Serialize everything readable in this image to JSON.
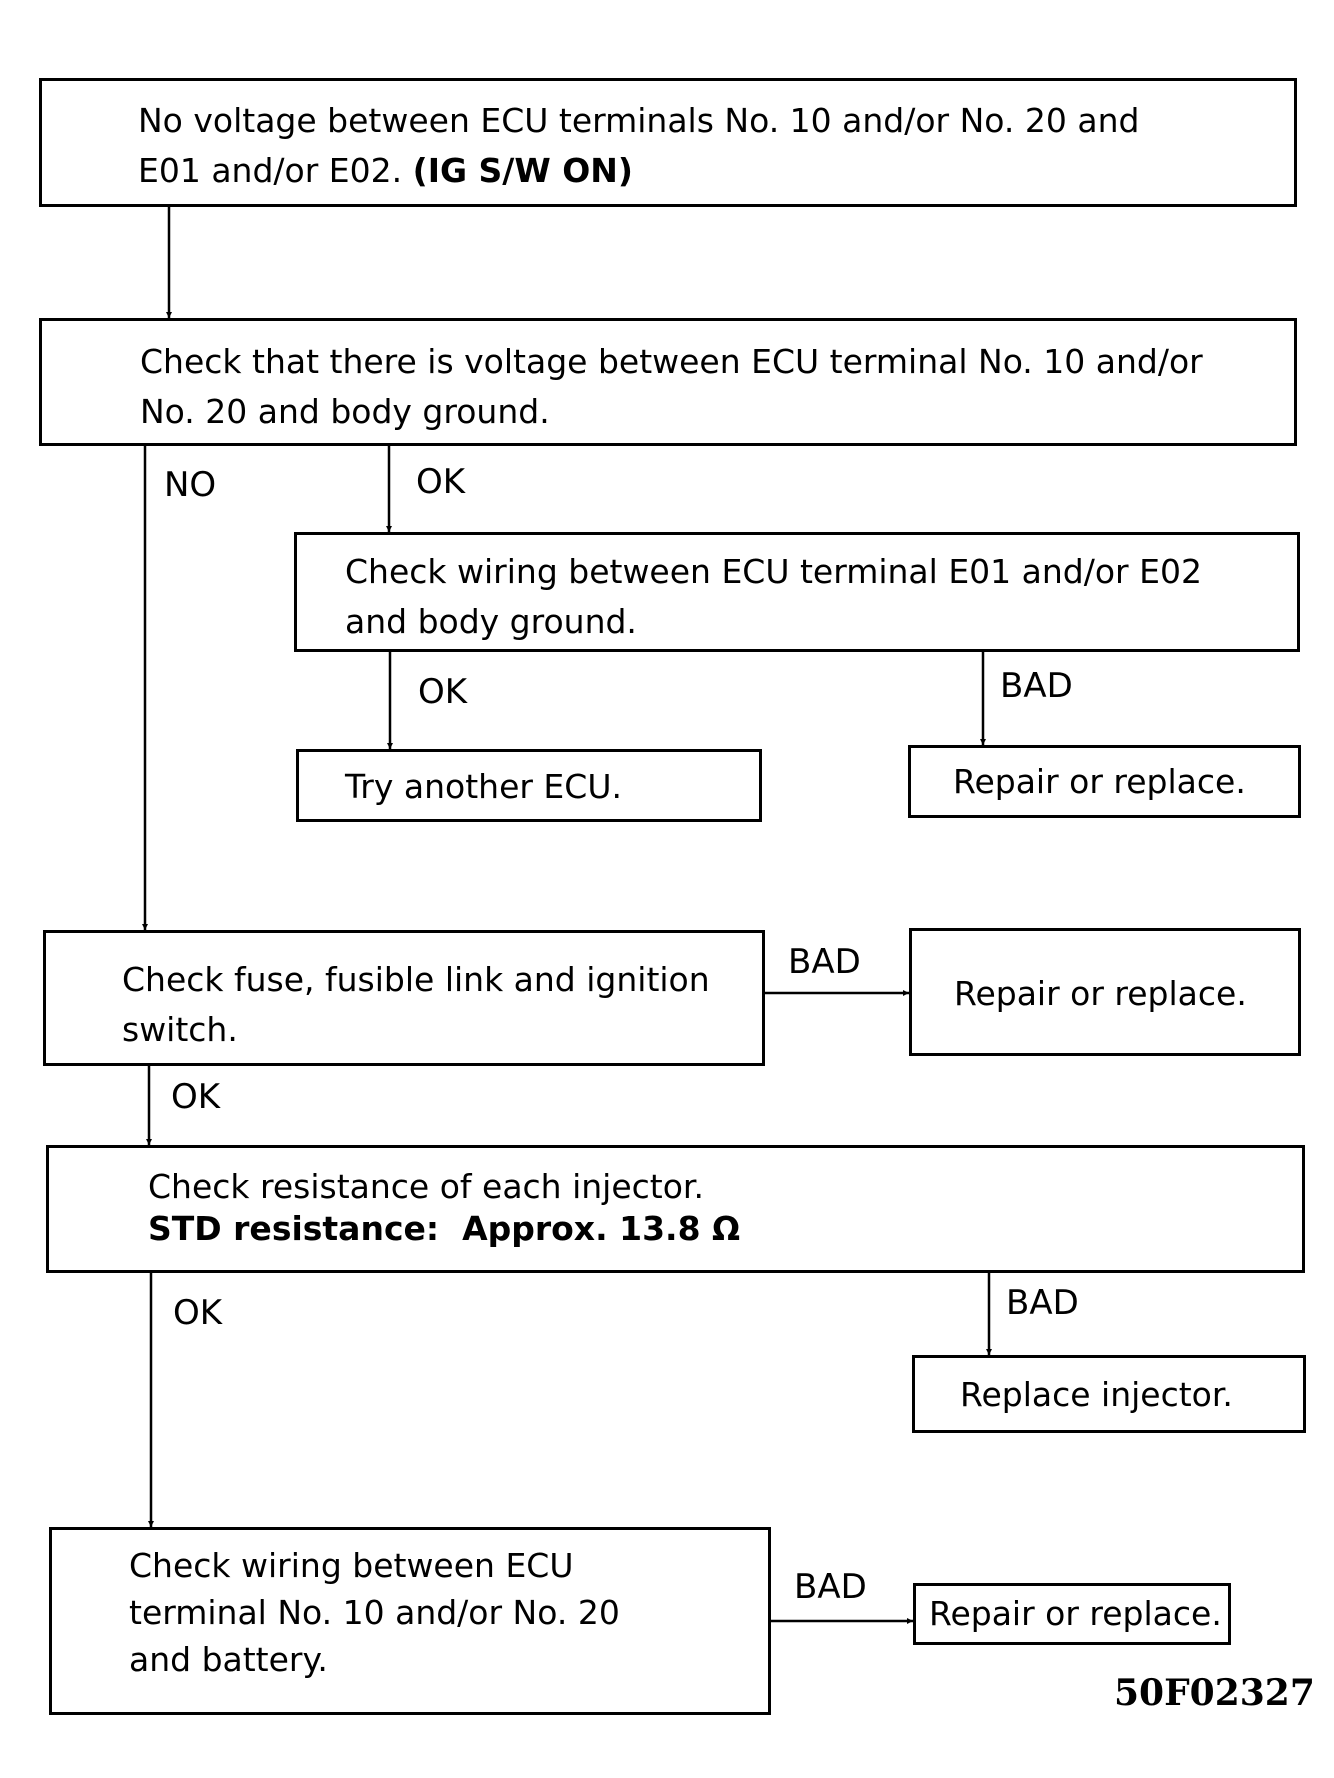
{
  "diagram": {
    "boxes": {
      "start": {
        "line1": "No voltage between ECU terminals No. 10 and/or No. 20 and",
        "line2_plain": "E01 and/or E02. ",
        "line2_bold": "(IG S/W ON)"
      },
      "check_voltage_body_ground": {
        "line1": "Check that there is voltage between ECU terminal No. 10 and/or",
        "line2": "No. 20 and body ground."
      },
      "check_wiring_ground": {
        "line1": "Check wiring between ECU terminal E01 and/or E02",
        "line2": "and body ground."
      },
      "try_another_ecu": {
        "line1": "Try another ECU."
      },
      "repair_replace_1": {
        "line1": "Repair or replace."
      },
      "check_fuse": {
        "line1": "Check fuse, fusible link and ignition",
        "line2": "switch."
      },
      "repair_replace_2": {
        "line1": "Repair or replace."
      },
      "check_injector_resistance": {
        "line1": "Check resistance of each injector.",
        "line2_label": "STD resistance:",
        "line2_value": "Approx. 13.8 Ω"
      },
      "replace_injector": {
        "line1": "Replace injector."
      },
      "check_wiring_battery": {
        "line1": "Check wiring between ECU",
        "line2": "terminal No. 10 and/or No. 20",
        "line3": "and battery."
      },
      "repair_replace_3": {
        "line1": "Repair or replace."
      }
    },
    "labels": {
      "no_1": "NO",
      "ok_1": "OK",
      "ok_2": "OK",
      "bad_1": "BAD",
      "bad_2": "BAD",
      "ok_3": "OK",
      "ok_4": "OK",
      "bad_3": "BAD",
      "bad_4": "BAD"
    },
    "figure_code": "50F02327"
  }
}
